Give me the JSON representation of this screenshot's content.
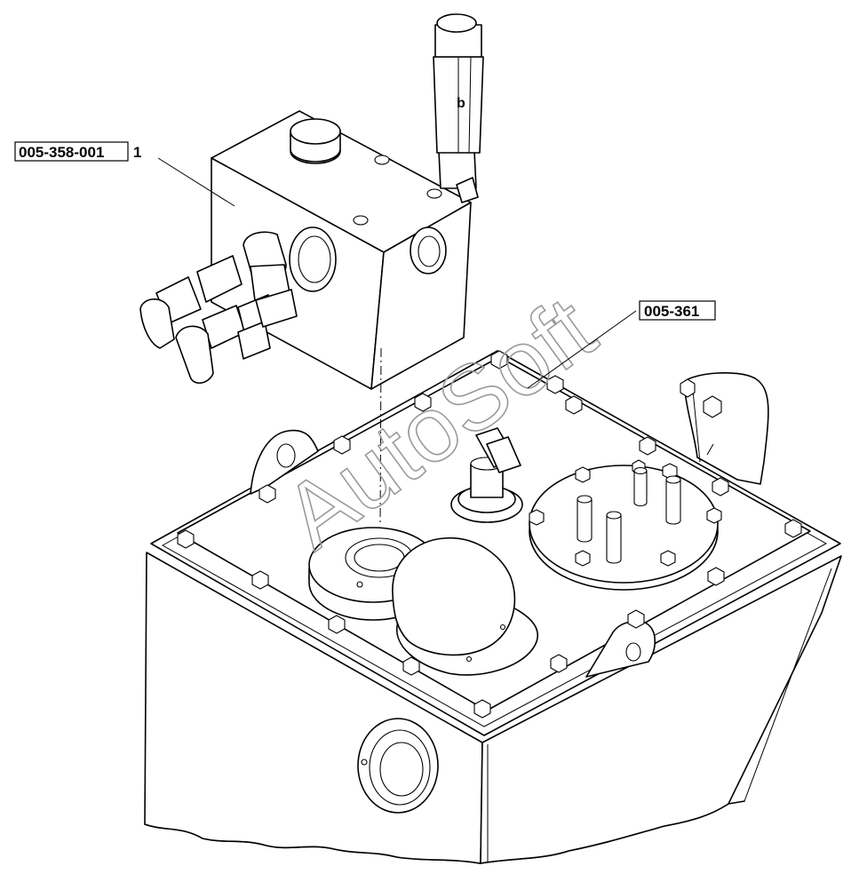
{
  "callouts": {
    "block_part_number": "005-358-001",
    "block_item_number": "1",
    "tank_part_number": "005-361"
  },
  "watermark": {
    "text": "AutoSoft"
  }
}
